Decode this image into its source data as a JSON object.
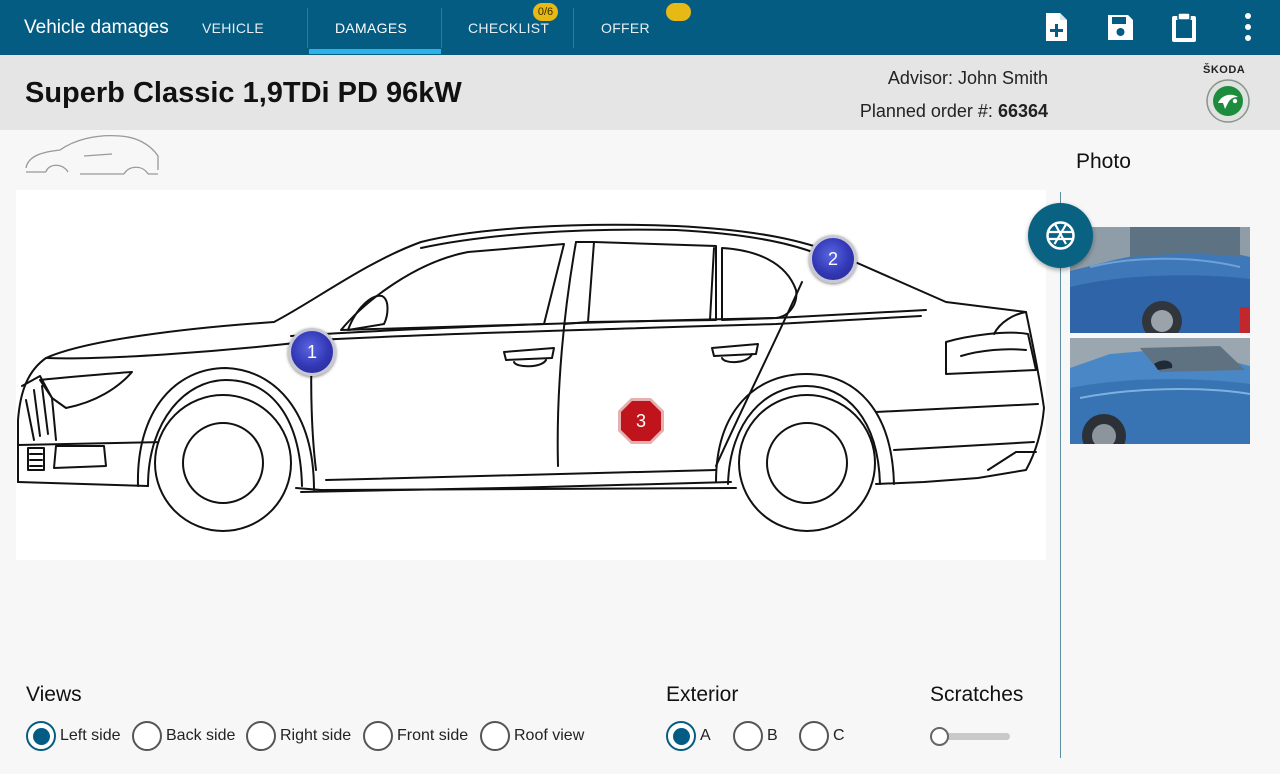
{
  "app": {
    "title": "Vehicle damages",
    "tabs": [
      {
        "label": "VEHICLE"
      },
      {
        "label": "DAMAGES",
        "active": true
      },
      {
        "label": "CHECKLIST",
        "badge": "0/6"
      },
      {
        "label": "OFFER",
        "badge": ""
      }
    ],
    "toolbar_icons": [
      "new-document-icon",
      "save-icon",
      "clipboard-icon",
      "more-vert-icon"
    ]
  },
  "header": {
    "vehicle": "Superb Classic 1,9TDi PD 96kW",
    "advisor_label": "Advisor: John Smith",
    "order_label": "Planned order #: ",
    "order_number": "66364",
    "brand": "ŠKODA"
  },
  "damages": [
    {
      "number": "1",
      "shape": "circle"
    },
    {
      "number": "2",
      "shape": "circle"
    },
    {
      "number": "3",
      "shape": "octagon"
    }
  ],
  "photos": {
    "title": "Photo",
    "count": 2
  },
  "views": {
    "label": "Views",
    "options": [
      "Left side",
      "Back side",
      "Right side",
      "Front side",
      "Roof view"
    ],
    "selected": "Left side"
  },
  "exterior": {
    "label": "Exterior",
    "options": [
      "A",
      "B",
      "C"
    ],
    "selected": "A"
  },
  "scratches": {
    "label": "Scratches",
    "level": 0
  },
  "colors": {
    "primary": "#055c82",
    "accent": "#2eb0e8",
    "badge": "#e7b915",
    "damage_blue": "#3237b5",
    "damage_red": "#c0141c"
  }
}
